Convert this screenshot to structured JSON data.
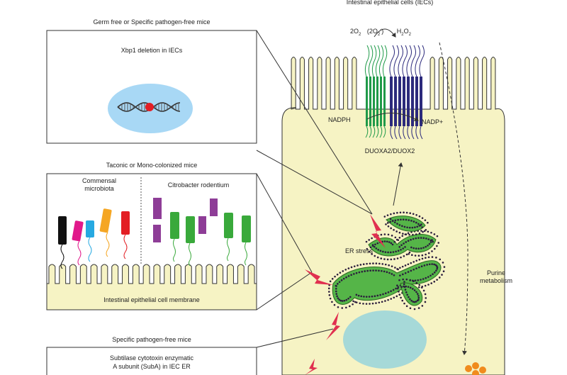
{
  "colors": {
    "cell_fill": "#f6f3c4",
    "nucleus": "#a6d9d8",
    "er_green": "#55b548",
    "lightning": "#e0304f",
    "duox_green": "#1f9a49",
    "duox_navy": "#2c2a7c",
    "panel_oval": "#a8d8f5",
    "commensal_black": "#111111",
    "commensal_magenta": "#e1198b",
    "commensal_blue": "#27a9e1",
    "commensal_orange": "#f5a623",
    "commensal_red": "#e31e24",
    "citrobacter_purple": "#8e3d97",
    "citrobacter_green": "#39a93b",
    "orange_dots": "#f08b1d"
  },
  "panels": {
    "germ_free": {
      "header": "Germ free or Specific pathogen-free  mice",
      "title": "Xbp1 deletion in IECs"
    },
    "colonized": {
      "header": "Taconic or Mono-colonized mice",
      "commensal_label_1": "Commensal",
      "commensal_label_2": "microbiota",
      "citrobacter_label": "Citrobacter rodentium",
      "membrane_label": "Intestinal epithelial cell membrane"
    },
    "spf": {
      "header": "Specific pathogen-free mice",
      "line_1": "Subtilase cytotoxin enzymatic",
      "line_2": "A subunit (SubA) in IEC ER"
    }
  },
  "cell": {
    "title": "Intestinal epithelial cells (IECs)",
    "reaction_left": "2O",
    "reaction_mid": "(2O",
    "reaction_mid_close": ")",
    "reaction_right": "H",
    "reaction_right_tail": "O",
    "sub_2": "2",
    "sub_neg": "-",
    "nadph": "NADPH",
    "nadp": "NADP+",
    "duox": "DUOXA2/DUOX2",
    "er_stress": "ER stress",
    "purine_1": "Purine",
    "purine_2": "metabolism"
  }
}
